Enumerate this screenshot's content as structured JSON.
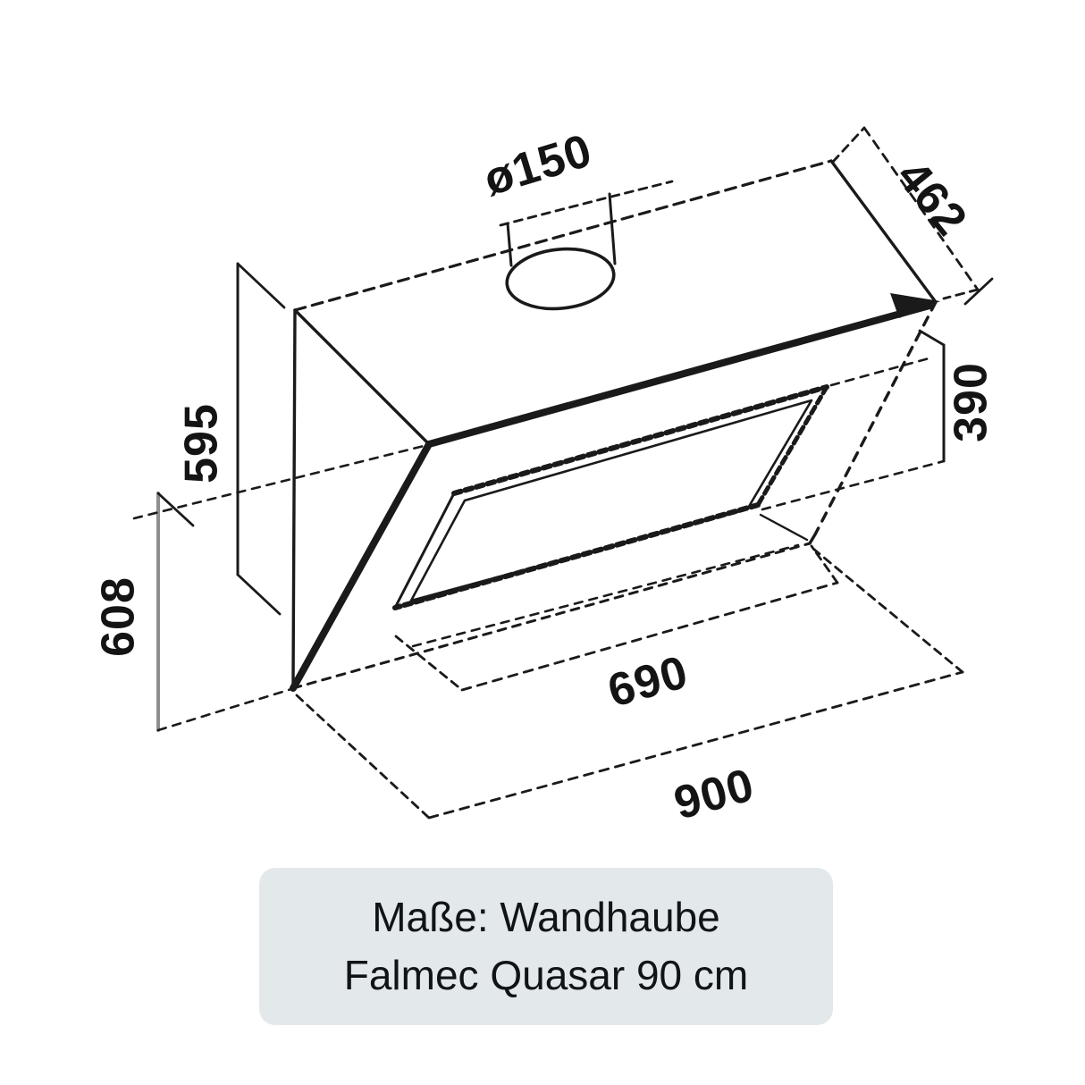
{
  "diagram": {
    "title_hint": "Wall hood dimension drawing",
    "dimensions": {
      "duct_diameter": "ø150",
      "top_depth": "462",
      "back_height": "595",
      "glass_right_height": "390",
      "total_height": "608",
      "inner_width": "690",
      "total_width": "900"
    },
    "caption": {
      "line1": "Maße: Wandhaube",
      "line2": "Falmec Quasar 90 cm"
    },
    "colors": {
      "background": "#ffffff",
      "line": "#1a1a1a",
      "secondary_dim_line": "#8f8f8f",
      "caption_bg": "#e3e8eb",
      "caption_text": "#111417"
    }
  }
}
